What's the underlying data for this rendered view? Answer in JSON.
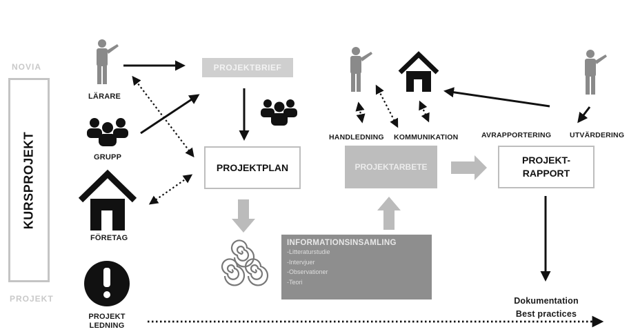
{
  "side": {
    "novia": "NOVIA",
    "kursprojekt": "KURSPROJEKT",
    "projekt": "PROJEKT"
  },
  "actors": {
    "larare": "LÄRARE",
    "grupp": "GRUPP",
    "foretag": "FÖRETAG",
    "projektledning_1": "PROJEKT",
    "projektledning_2": "LEDNING"
  },
  "boxes": {
    "projektbrief": "PROJEKTBRIEF",
    "projektplan": "PROJEKTPLAN",
    "projektarbete": "PROJEKTARBETE",
    "rapport_1": "PROJEKT-",
    "rapport_2": "RAPPORT"
  },
  "labels": {
    "handledning": "HANDLEDNING",
    "kommunikation": "KOMMUNIKATION",
    "avrapportering": "AVRAPPORTERING",
    "utvardering": "UTVÄRDERING",
    "dokumentation": "Dokumentation",
    "best_practices": "Best practices"
  },
  "info": {
    "title": "INFORMATIONSINSAMLING",
    "items": [
      "-Litteraturstudie",
      "-Intervjuer",
      "-Observationer",
      "-Teori"
    ]
  },
  "colors": {
    "dark": "#1a1a1a",
    "person": "#8a8a8a",
    "box_grey": "#bdbdbd",
    "info_grey": "#8e8e8e"
  }
}
